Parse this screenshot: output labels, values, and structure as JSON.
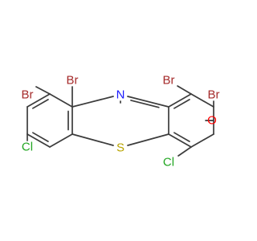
{
  "molecule": {
    "atoms": {
      "br_top_left": "Br",
      "br_left": "Br",
      "cl_left": "Cl",
      "n_center": "N",
      "s_center": "S",
      "br_top_right": "Br",
      "br_right": "Br",
      "cl_bottom": "Cl",
      "o_right": "O"
    },
    "colors": {
      "bond": "#3c3c3c",
      "bromine": "#a52a2a",
      "chlorine": "#22a622",
      "nitrogen": "#1a1aff",
      "sulfur": "#b8a400",
      "oxygen": "#ff0000"
    }
  }
}
